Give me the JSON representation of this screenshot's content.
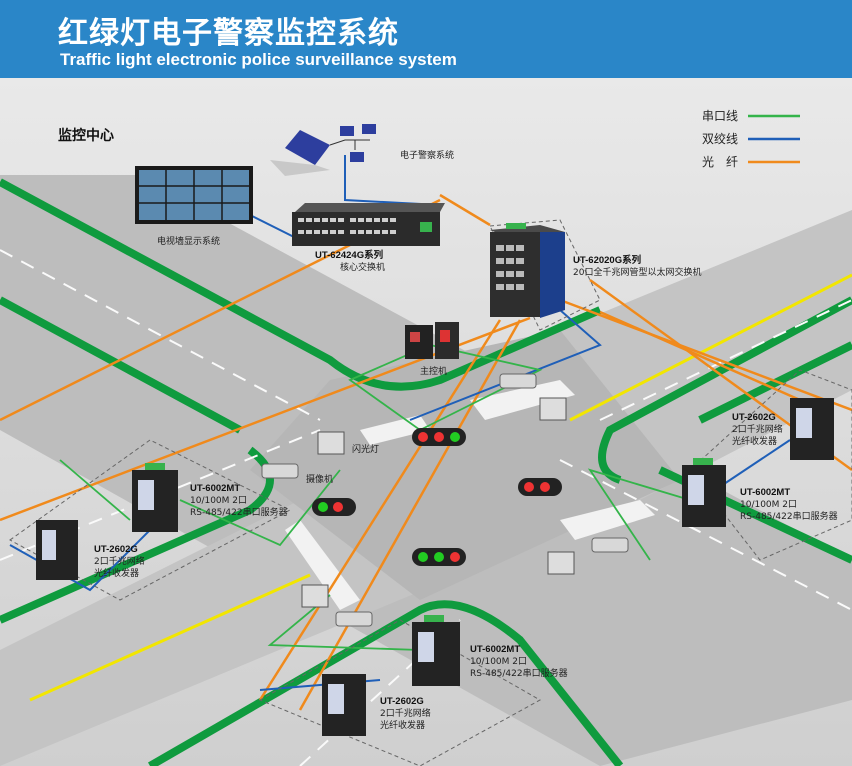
{
  "title_cn": "红绿灯电子警察监控系统",
  "title_en": "Traffic light electronic police surveillance system",
  "control_center": "监控中心",
  "legend": [
    {
      "label": "串口线",
      "color": "#34b44a"
    },
    {
      "label": "双绞线",
      "color": "#1f5fb8"
    },
    {
      "label": "光　纤",
      "color": "#f08a1c"
    }
  ],
  "labels": {
    "police_system": "电子警察系统",
    "tv_wall": "电视墙显示系统",
    "core_switch_model": "UT-62424G系列",
    "core_switch_desc": "核心交换机",
    "managed_switch_model": "UT-62020G系列",
    "managed_switch_desc": "20口全千兆网管型以太网交换机",
    "main_controller": "主控机",
    "flash_light": "闪光灯",
    "camera": "摄像机",
    "left_server_model": "UT-6002MT",
    "left_server_l1": "10/100M 2口",
    "left_server_l2": "RS-485/422串口服务器",
    "left_conv_model": "UT-2602G",
    "left_conv_l1": "2口千兆网络",
    "left_conv_l2": "光纤收发器",
    "right_conv_model": "UT-2602G",
    "right_conv_l1": "2口千兆网络",
    "right_conv_l2": "光纤收发器",
    "right_server_model": "UT-6002MT",
    "right_server_l1": "10/100M 2口",
    "right_server_l2": "RS-485/422串口服务器",
    "bottom_server_model": "UT-6002MT",
    "bottom_server_l1": "10/100M 2口",
    "bottom_server_l2": "RS-485/422串口服务器",
    "bottom_conv_model": "UT-2602G",
    "bottom_conv_l1": "2口千兆网络",
    "bottom_conv_l2": "光纤收发器"
  }
}
